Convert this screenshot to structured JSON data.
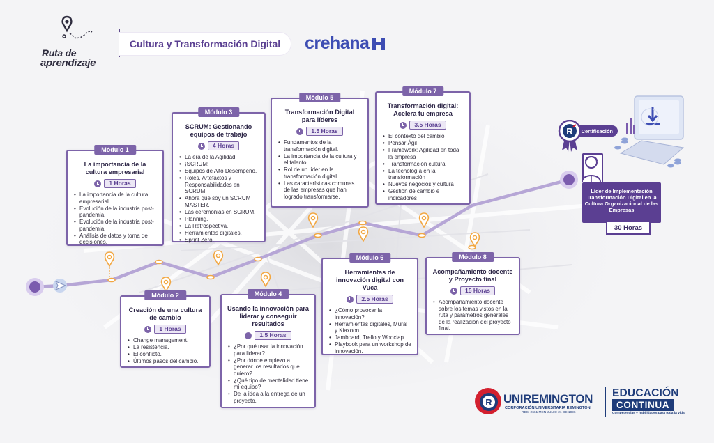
{
  "header": {
    "brand_line1": "Ruta de",
    "brand_line2": "aprendizaje",
    "program_title": "Cultura y Transformación Digital",
    "partner": "crehana"
  },
  "modules": [
    {
      "tag": "Módulo 1",
      "title": "La importancia de la cultura empresarial",
      "hours": "1 Horas",
      "topics": [
        "La importancia de la cultura empresarial.",
        "Evolución de la industria post-pandemia.",
        "Evolución de la industria post-pandemia.",
        "Análisis de datos y toma de decisiones."
      ]
    },
    {
      "tag": "Módulo 2",
      "title": "Creación de una cultura de cambio",
      "hours": "1 Horas",
      "topics": [
        "Change management.",
        "La resistencia.",
        "El conflicto.",
        "Últimos pasos del cambio."
      ]
    },
    {
      "tag": "Módulo 3",
      "title": "SCRUM: Gestionando equipos de trabajo",
      "hours": "4 Horas",
      "topics": [
        "La era de la Agilidad.",
        "¡SCRUM!",
        "Equipos de Alto Desempeño.",
        "Roles, Artefactos y Responsabilidades en SCRUM.",
        "Ahora que soy un SCRUM MASTER.",
        "Las ceremonias en SCRUM.",
        "Planning.",
        "La Retrospectiva,",
        "Herramientas digitales.",
        "Sprint Zero."
      ]
    },
    {
      "tag": "Módulo 4",
      "title": "Usando la innovación para liderar y conseguir resultados",
      "hours": "1.5 Horas",
      "topics": [
        "¿Por qué usar la innovación para liderar?",
        "¿Por dónde empiezo a generar los resultados que quiero?",
        "¿Qué tipo de mentalidad tiene mi equipo?",
        "De la idea a la entrega de un proyecto."
      ]
    },
    {
      "tag": "Módulo 5",
      "title": "Transformación Digital para líderes",
      "hours": "1.5 Horas",
      "topics": [
        "Fundamentos de la transformación digital.",
        "La importancia de la cultura y el talento.",
        "Rol de un líder en la transformación digital.",
        "Las características comunes de las empresas que han logrado transformarse."
      ]
    },
    {
      "tag": "Módulo 6",
      "title": "Herramientas de innovación digital con Vuca",
      "hours": "2.5 Horas",
      "topics": [
        "¿Cómo provocar la innovación?",
        "Herramientas digitales, Mural y Kiaxoon.",
        "Jamboard, Trello y Wooclap.",
        "Playbook para un workshop de innovación."
      ]
    },
    {
      "tag": "Módulo 7",
      "title": "Transformación digital: Acelera tu empresa",
      "hours": "3.5 Horas",
      "topics": [
        "El contexto del cambio",
        "Pensar Ágil",
        "Framework: Agilidad en toda la empresa",
        "Transformación cultural",
        "La tecnología en la transformación",
        "Nuevos negocios y cultura",
        "Gestión de cambio e indicadores"
      ]
    },
    {
      "tag": "Módulo 8",
      "title": "Acompañamiento docente y Proyecto final",
      "hours": "15 Horas",
      "topics": [
        "Acompañamiento docente sobre los temas vistos en la ruta y parámetros generales de la realización del proyecto final."
      ]
    }
  ],
  "certification": {
    "label": "Certificación",
    "role": "Líder de Implementación Transformación Digital en la Cultura Organizacional de las Empresas",
    "total_hours": "30 Horas"
  },
  "footer": {
    "university": "UNIREMINGTON",
    "university_sub": "CORPORACIÓN UNIVERSITARIA REMINGTON",
    "university_res": "RES. 2661 MEN JUNIO 21 DE 1996",
    "unit_line1": "EDUCACIÓN",
    "unit_line2": "CONTINUA",
    "unit_tagline": "Competencias y habilidades para toda la vida"
  },
  "colors": {
    "primary": "#5b3f92",
    "card_border": "#7d64a9",
    "path": "#b6a6d6",
    "pin": "#f2a742",
    "footer_blue": "#1f3c7a",
    "footer_red": "#d3202f"
  }
}
